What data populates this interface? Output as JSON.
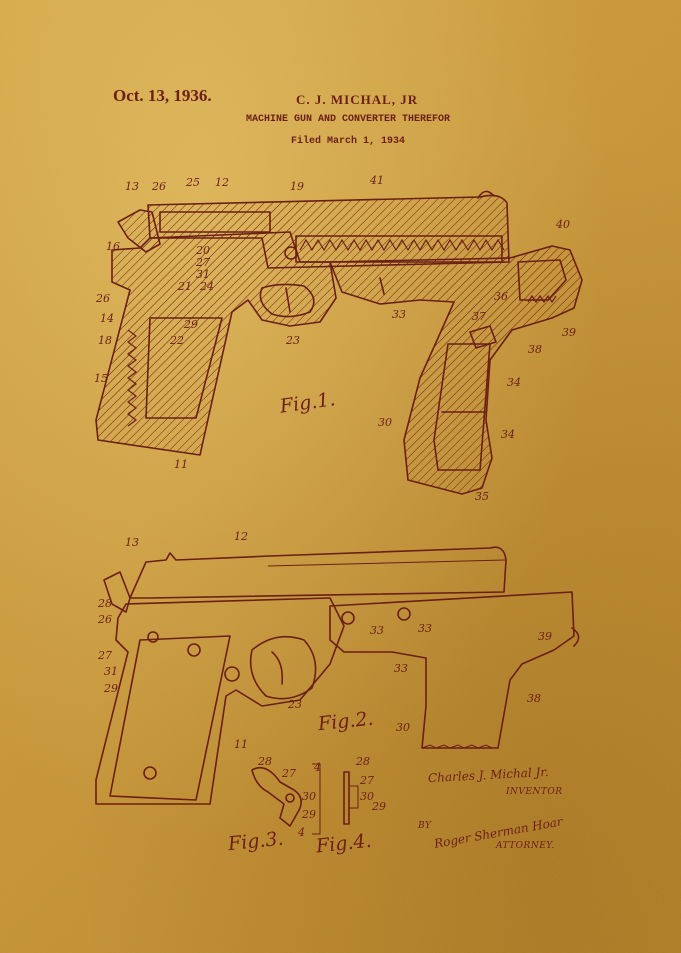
{
  "header": {
    "date": "Oct. 13, 1936.",
    "inventor_name": "C. J. MICHAL, JR",
    "title": "MACHINE GUN AND CONVERTER THEREFOR",
    "filed": "Filed March 1, 1934"
  },
  "figures": {
    "fig1": "Fig.1.",
    "fig2": "Fig.2.",
    "fig3": "Fig.3.",
    "fig4": "Fig.4."
  },
  "fig1_numerals": [
    "13",
    "26",
    "25",
    "12",
    "19",
    "41",
    "40",
    "16",
    "20",
    "27",
    "31",
    "21",
    "24",
    "26",
    "14",
    "18",
    "29",
    "22",
    "23",
    "33",
    "36",
    "37",
    "39",
    "38",
    "15",
    "34",
    "30",
    "34",
    "11",
    "35"
  ],
  "fig2_numerals": [
    "13",
    "12",
    "28",
    "26",
    "27",
    "31",
    "29",
    "33",
    "33",
    "39",
    "33",
    "23",
    "38",
    "30",
    "11"
  ],
  "fig34_numerals": [
    "28",
    "27",
    "30",
    "29",
    "4",
    "4",
    "28",
    "27",
    "30",
    "29"
  ],
  "signature": {
    "inventor_signature": "Charles J. Michal Jr.",
    "inventor_caption": "INVENTOR",
    "by": "BY",
    "attorney_signature": "Roger Sherman Hoar",
    "attorney_caption": "ATTORNEY."
  },
  "colors": {
    "paper": "#c89a36",
    "ink": "#6b1f17"
  }
}
